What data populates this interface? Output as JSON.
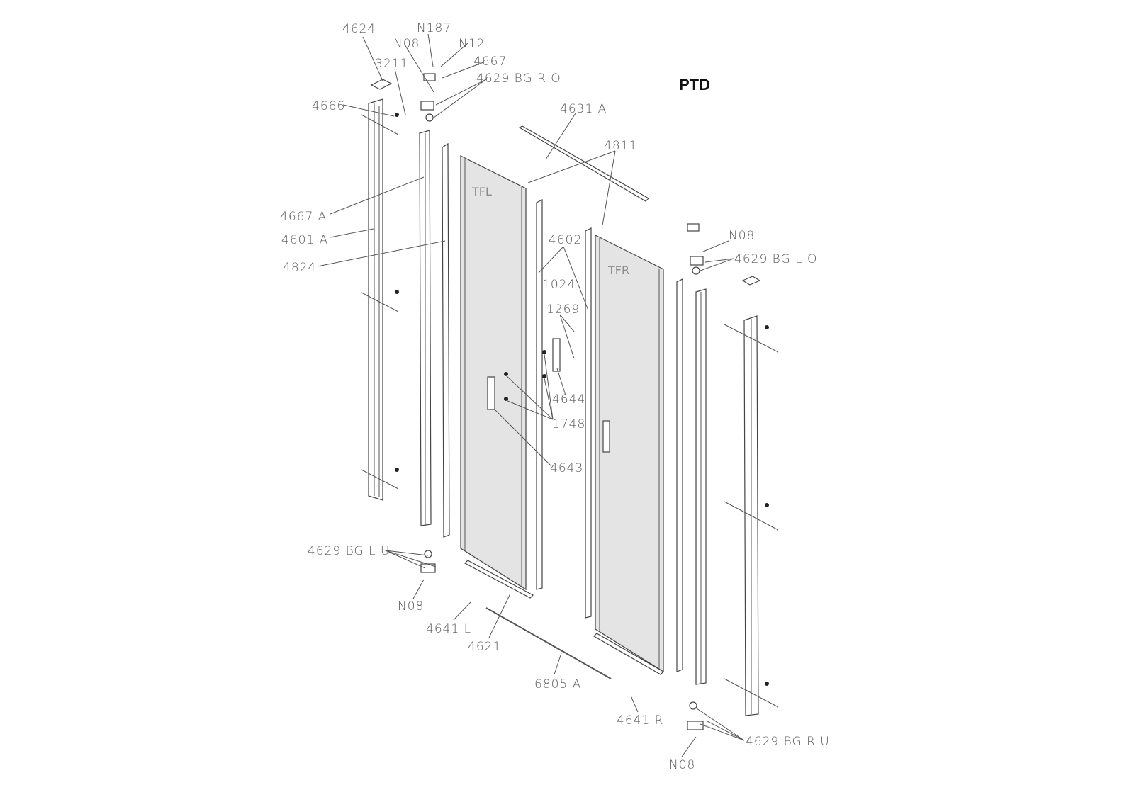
{
  "title": "PTD",
  "glass": {
    "left": "TFL",
    "right": "TFR"
  },
  "labels": {
    "p4624": "4624",
    "n187": "N187",
    "n08_top": "N08",
    "n12": "N12",
    "p3211": "3211",
    "p4667": "4667",
    "p4629_bg_r_o": "4629 BG R O",
    "p4666": "4666",
    "p4631a": "4631 A",
    "p4811": "4811",
    "p4667a": "4667 A",
    "p4601a": "4601 A",
    "p4824": "4824",
    "p4602": "4602",
    "n08_right": "N08",
    "p4629_bg_l_o": "4629 BG L O",
    "p1024": "1024",
    "p1269": "1269",
    "p4644": "4644",
    "p1748": "1748",
    "p4643": "4643",
    "p4629_bg_l_u": "4629 BG L U",
    "n08_bottom": "N08",
    "p4641l": "4641 L",
    "p4621": "4621",
    "p6805a": "6805 A",
    "p4641r": "4641 R",
    "p4629_bg_r_u": "4629 BG R U",
    "n08_bottom_right": "N08"
  }
}
